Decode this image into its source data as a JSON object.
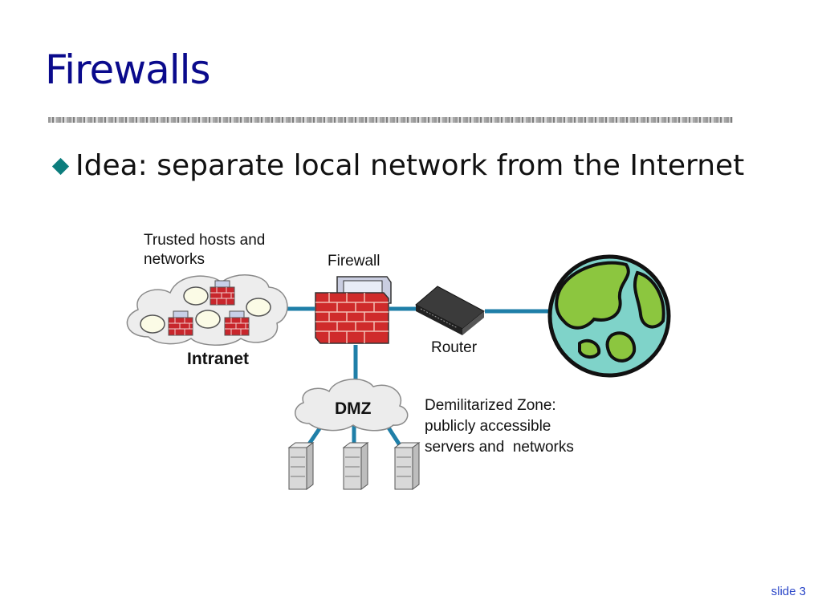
{
  "slide": {
    "title": "Firewalls",
    "bullet": "Idea: separate local network from the Internet",
    "footer": "slide 3"
  },
  "diagram": {
    "trusted_label_line1": "Trusted hosts and",
    "trusted_label_line2": "networks",
    "firewall_label": "Firewall",
    "router_label": "Router",
    "intranet_label": "Intranet",
    "dmz_label": "DMZ",
    "dmz_desc_line1": "Demilitarized Zone:",
    "dmz_desc_line2": "publicly accessible",
    "dmz_desc_line3": "servers and  networks",
    "link_color": "#1f7fa8",
    "globe_land_color": "#8cc63f",
    "globe_water_color": "#7fd3c9"
  }
}
